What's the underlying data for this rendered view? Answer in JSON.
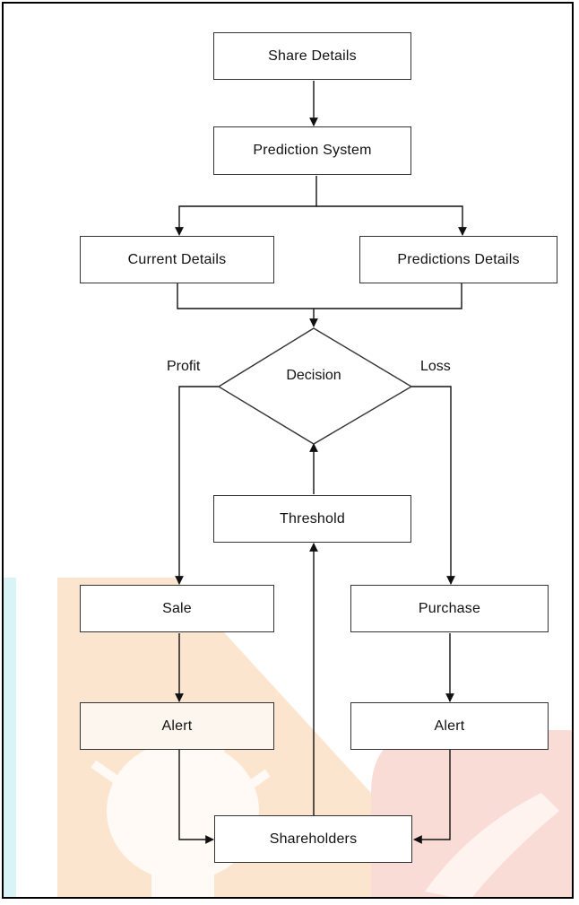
{
  "nodes": {
    "share_details": "Share Details",
    "prediction_system": "Prediction System",
    "current_details": "Current Details",
    "predictions_details": "Predictions Details",
    "decision": "Decision",
    "threshold": "Threshold",
    "sale": "Sale",
    "purchase": "Purchase",
    "alert_left": "Alert",
    "alert_right": "Alert",
    "shareholders": "Shareholders"
  },
  "edge_labels": {
    "profit": "Profit",
    "loss": "Loss"
  },
  "colors": {
    "stroke": "#333333",
    "watermark_left_stripe": "#d8f4f6",
    "watermark_orange": "#fbe5cf",
    "watermark_red": "#fadcd6"
  }
}
